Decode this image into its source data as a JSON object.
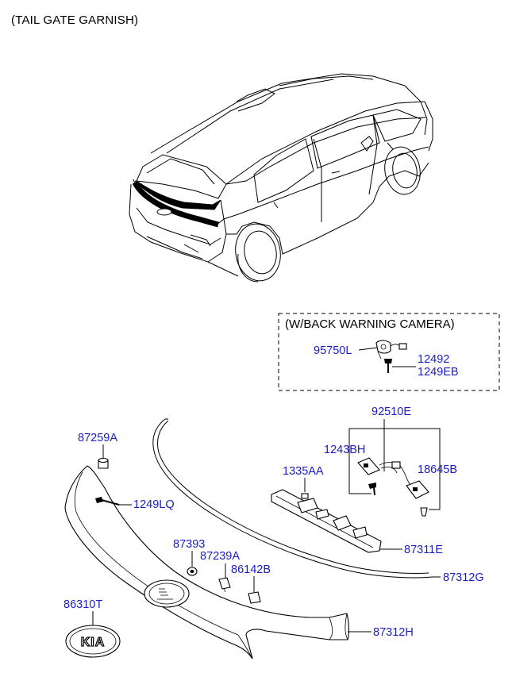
{
  "title": "(TAIL GATE GARNISH)",
  "camera_box": {
    "title": "(W/BACK WARNING CAMERA)",
    "parts": [
      "95750L",
      "12492",
      "1249EB"
    ]
  },
  "parts": {
    "p87259A": "87259A",
    "p1249LQ": "1249LQ",
    "p92510E": "92510E",
    "p1243BH": "1243BH",
    "p1335AA": "1335AA",
    "p18645B": "18645B",
    "p87311E": "87311E",
    "p87393": "87393",
    "p87239A": "87239A",
    "p86142B": "86142B",
    "p87312G": "87312G",
    "p86310T": "86310T",
    "p87312H": "87312H"
  },
  "emblem_text": "KIA"
}
